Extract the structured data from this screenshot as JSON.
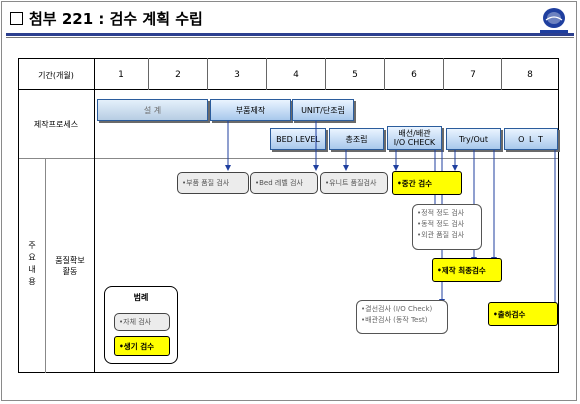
{
  "title": "첨부 221 : 검수 계획 수립",
  "period_label": "기간(개월)",
  "columns": [
    "1",
    "2",
    "3",
    "4",
    "5",
    "6",
    "7",
    "8"
  ],
  "rows": {
    "process": "제작프로세스",
    "main_content": "주\n요\n내\n용",
    "qa": "품질확보\n활동"
  },
  "process_bars": {
    "design": "설 계",
    "parts": "부품제작",
    "unit": "UNIT/단조립",
    "bed_level": "BED LEVEL",
    "final_assembly": "총조립",
    "wiring": "배선/배관\nI/O CHECK",
    "tryout": "Try/Out",
    "olt": "O L T"
  },
  "inspections": {
    "parts_insp": "•부품 품질 검사",
    "bed_insp": "•Bed 레벨 검사",
    "unit_insp": "•유니트 품질검사",
    "mid_insp": "•중간 검수",
    "accuracy_list": [
      "•정적 정도 검사",
      "•동적 정도 검사",
      "•외관 품질 검사"
    ],
    "final_insp": "•제작 최종검수",
    "wiring_list": [
      "•결선검사 (I/O Check)",
      "•배관검사 (동작 Test)"
    ],
    "shipping_insp": "•출하검수"
  },
  "legend": {
    "title": "범례",
    "self_insp": "•자체 검사",
    "maker_insp": "•생기 검수"
  },
  "colors": {
    "accent": "#2c3f8f",
    "highlight": "#ffff00",
    "bar_border": "#2b5c9c",
    "connector": "#1f3f9f"
  }
}
